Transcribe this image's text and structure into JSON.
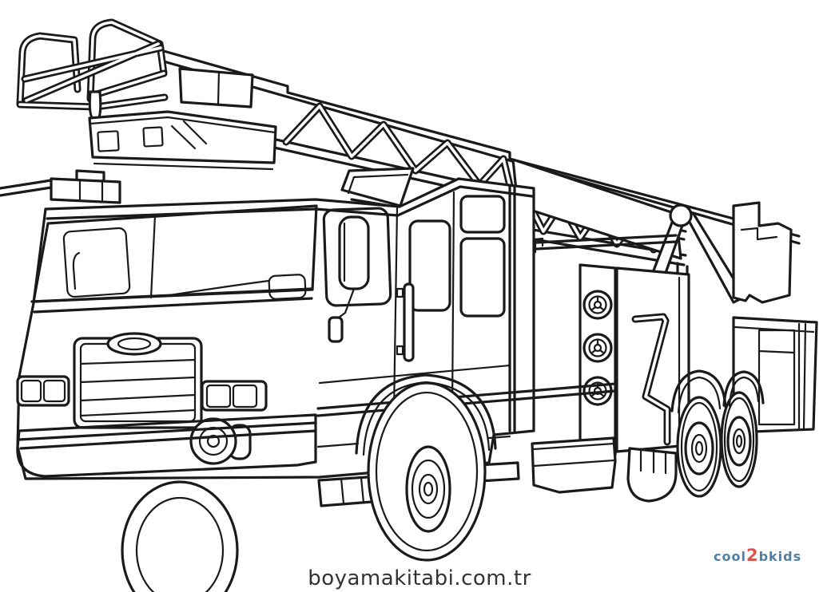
{
  "page": {
    "background_color": "#ffffff",
    "line_color": "#1a1a1a"
  },
  "artwork": {
    "subject": "Fire truck with aerial ladder and rescue basket",
    "style": "black and white coloring page line art"
  },
  "footer": {
    "site_text": "boyamakitabi.com.tr",
    "text_color": "#333333"
  },
  "watermark": {
    "part1": "cool",
    "part2": "2",
    "part3": "bkids",
    "color_primary": "#4f7fa5",
    "color_accent": "#d9534f"
  }
}
